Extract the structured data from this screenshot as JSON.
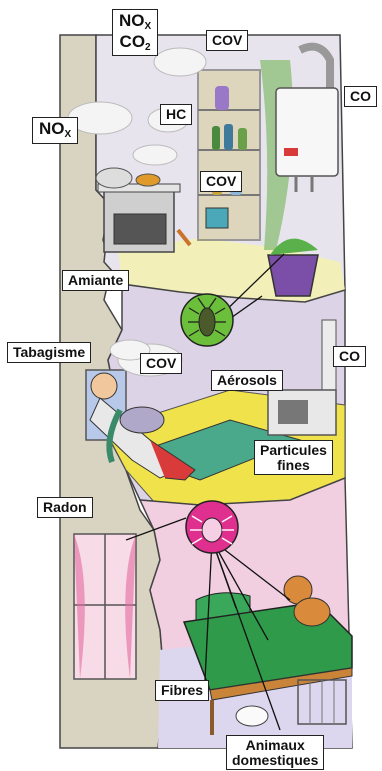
{
  "labels": {
    "nox_top": {
      "base": "NO",
      "sub": "X"
    },
    "co2": {
      "base": "CO",
      "sub": "2"
    },
    "cov_top": "COV",
    "co_boiler": "CO",
    "nox_left": {
      "base": "NO",
      "sub": "X"
    },
    "hc": "HC",
    "cov_kitchen": "COV",
    "amiante": "Amiante",
    "tabagisme": "Tabagisme",
    "cov_living": "COV",
    "co_stove": "CO",
    "aerosols": "Aérosols",
    "particules_line1": "Particules",
    "particules_line2": "fines",
    "radon": "Radon",
    "fibres": "Fibres",
    "animaux_line1": "Animaux",
    "animaux_line2": "domestiques"
  },
  "colors": {
    "wall_outline": "#444444",
    "exterior_wall": "#d9d4c2",
    "kitchen_wall": "#e8e4ee",
    "kitchen_floor": "#f3efb8",
    "living_wall": "#dcd3e6",
    "carpet": "#f0e24a",
    "rug": "#4aa98a",
    "bedroom_wall": "#f1cfe0",
    "bedroom_floor": "#dcd6ee",
    "bed": "#2e9a4a",
    "cockroach_circle": "#6bbf3a",
    "mite_circle": "#e0308f",
    "cloud": "#f4f4f4"
  }
}
